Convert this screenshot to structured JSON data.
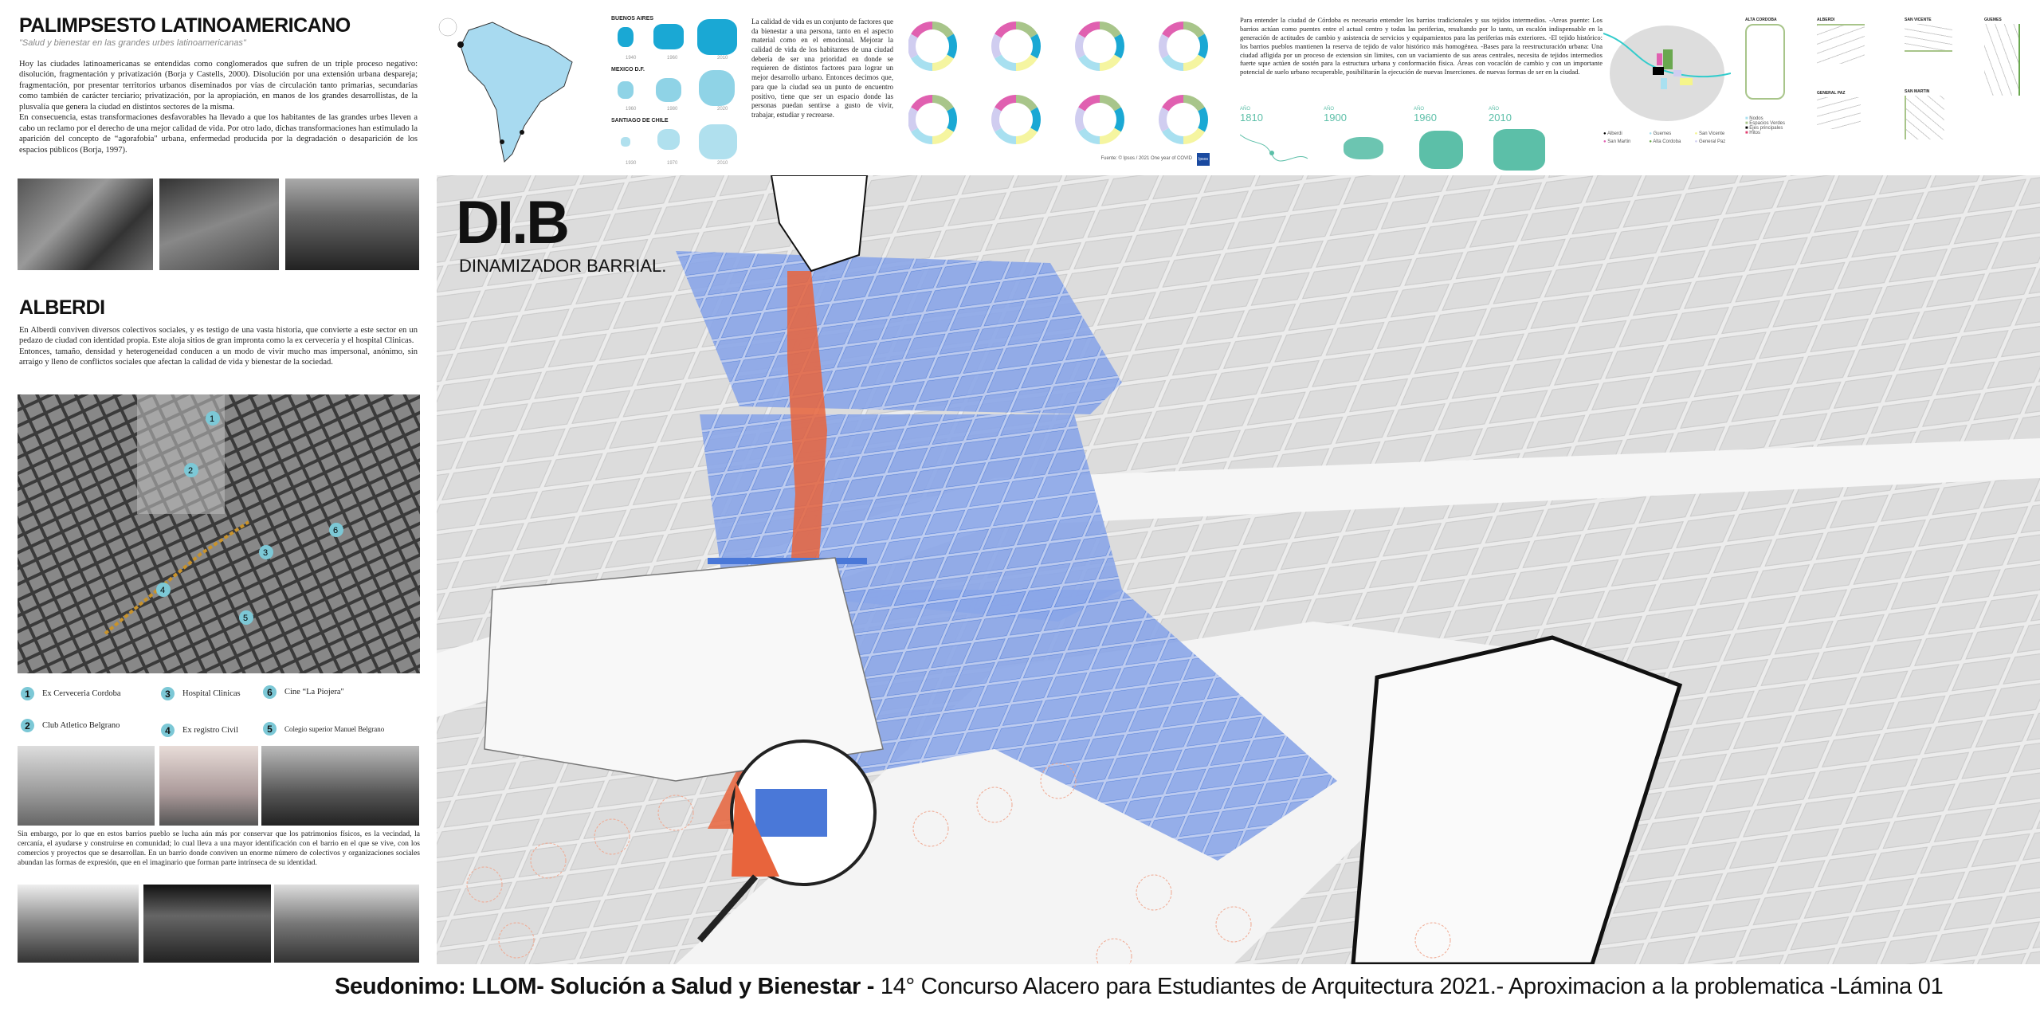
{
  "left": {
    "title": "PALIMPSESTO LATINOAMERICANO",
    "subtitle": "\"Salud y bienestar en las grandes urbes latinoamericanas\"",
    "intro_p1": "Hoy las ciudades latinoamericanas se entendidas como  conglomerados que sufren de un triple proceso negativo: disolución, fragmentación y privatización (Borja y Castells, 2000). Disolución por una extensión urbana despareja; fragmentación, por presentar territorios urbanos diseminados por vías de circulación tanto primarias, secundarias como también de carácter terciario; privatización, por la apropiación, en manos de los grandes desarrollistas, de la plusvalía que genera la ciudad en distintos sectores de la misma.",
    "intro_p2": "En consecuencia, estas transformaciones desfavorables ha llevado a que los habitantes de las grandes urbes lleven a cabo un reclamo por el derecho de una mejor calidad de vida. Por otro lado, dichas transformaciones han estimulado la aparición del concepto de “agorafobia\" urbana, enfermedad producida por la degradación o desaparición de los espacios públicos (Borja, 1997).",
    "alberdi_title": "ALBERDI",
    "alberdi_p1": "En Alberdi conviven diversos colectivos sociales, y es testigo de una vasta historia, que convierte a este sector en un pedazo de ciudad con identidad propia. Este aloja sitios de gran impronta como la ex cervecería y el hospital Clinicas.",
    "alberdi_p2": "Entonces, tamaño, densidad y heterogeneidad conducen a un modo de vivir mucho mas impersonal, anónimo, sin arraigo y lleno de conflictos sociales que afectan la calidad de vida y bienestar de la sociedad.",
    "legend": [
      {
        "n": "1",
        "label": "Ex Cerveceria Cordoba"
      },
      {
        "n": "2",
        "label": "Club Atletico Belgrano"
      },
      {
        "n": "3",
        "label": "Hospital Clinicas"
      },
      {
        "n": "4",
        "label": "Ex registro Civil"
      },
      {
        "n": "6",
        "label": "Cine “La Piojera\""
      },
      {
        "n": "5",
        "label": "Colegio superior Manuel Belgrano"
      }
    ],
    "closing_p": "Sin embargo, por lo que en estos barrios pueblo se lucha aún más por conservar que los patrimonios físicos, es la vecindad, la cercanía, el ayudarse y construirse en comunidad; lo cual lleva a una mayor identificación con el barrio en el que se vive, con los comercios y proyectos que se desarrollan. En un barrio donde conviven un enorme número de colectivos y organizaciones sociales abundan las formas de expresión, que en el imaginario que forman parte intrínseca de su identidad."
  },
  "top": {
    "cities": [
      {
        "name": "BUENOS AIRES",
        "years": [
          "1940",
          "1960",
          "2010"
        ]
      },
      {
        "name": "MEXICO D.F.",
        "years": [
          "1960",
          "1980",
          "2020"
        ]
      },
      {
        "name": "SANTIAGO DE CHILE",
        "years": [
          "1930",
          "1970",
          "2010"
        ]
      }
    ],
    "quality_text": "La calidad de vida es un conjunto de factores que da bienestar a una persona, tanto en el aspecto material como en el emocional. Mejorar la calidad de vida de los habitantes de una ciudad debería de ser una prioridad en donde se requieren de distintos factores para lograr un mejor desarrollo urbano. Entonces decimos que, para que la ciudad sea un punto de encuentro positivo, tiene que ser un espacio donde las personas puedan sentirse a gusto de vivir, trabajar, estudiar y recrearse.",
    "donut_source": "Fuente: © Ipsos / 2021 One year of COVID",
    "ipsos_logo": "Ipsos",
    "cordoba_text": "Para entender la ciudad de Córdoba es necesario entender los barrios tradicionales y sus tejidos intermedios. -Areas puente: Los barrios actúan como puentes entre el actual centro y todas las periferias, resultando por lo tanto, un escalón indispensable en la generación de actitudes de cambio y asistencia de servicios y equipamientos para las periferias más exteriores. -El tejido histórico: los barrios pueblos mantienen la reserva de tejido de valor histórico más homogénea. -Bases para la reestructuración urbana: Una ciudad afligida por un proceso de extension sin limites, con un vaciamiento de sus areas centrales, necesita de tejidos intermedios  fuerte sque actúen de sostén para la estructura urbana y conformación física. Áreas con vocacIón de cambio y con un importante potencial de suelo urbano recuperable, posibilitarán la ejecución de nuevas Inserciones. de nuevas formas de ser en la ciudad.",
    "year_label": "AÑO",
    "growth_years": [
      "1810",
      "1900",
      "1960",
      "2010"
    ],
    "barrios_legend": [
      {
        "label": "Alberdi",
        "color": "#000000"
      },
      {
        "label": "Guemes",
        "color": "#a8e0f0"
      },
      {
        "label": "San Vicente",
        "color": "#f5f58a"
      },
      {
        "label": "San Martin",
        "color": "#e060b0"
      },
      {
        "label": "Alta Cordoba",
        "color": "#6aa84f"
      },
      {
        "label": "General Paz",
        "color": "#d0cdf0"
      }
    ],
    "barrio_maps": [
      "ALTA CORDOBA",
      "ALBERDI",
      "SAN VICENTE",
      "GUEMES",
      "GENERAL PAZ",
      "SAN MARTIN"
    ],
    "map_legend": [
      "Nodos",
      "Espacios Verdes",
      "Ejes principales",
      "Hitos"
    ]
  },
  "donut_colors": [
    "#a8c58a",
    "#1aa8d4",
    "#f5f5a0",
    "#a8e0f0",
    "#d0cdf0",
    "#e060b0"
  ],
  "main": {
    "title": "DI.B",
    "subtitle": "DINAMIZADOR BARRIAL.",
    "banner_accent": "#4a78d8",
    "path_color": "#e8643c"
  },
  "footer": {
    "bold": "Seudonimo: LLOM- Solución a Salud y Bienestar - ",
    "regular": "14° Concurso Alacero para Estudiantes de  Arquitectura 2021.- Aproximacion a la problematica -Lámina 01"
  }
}
